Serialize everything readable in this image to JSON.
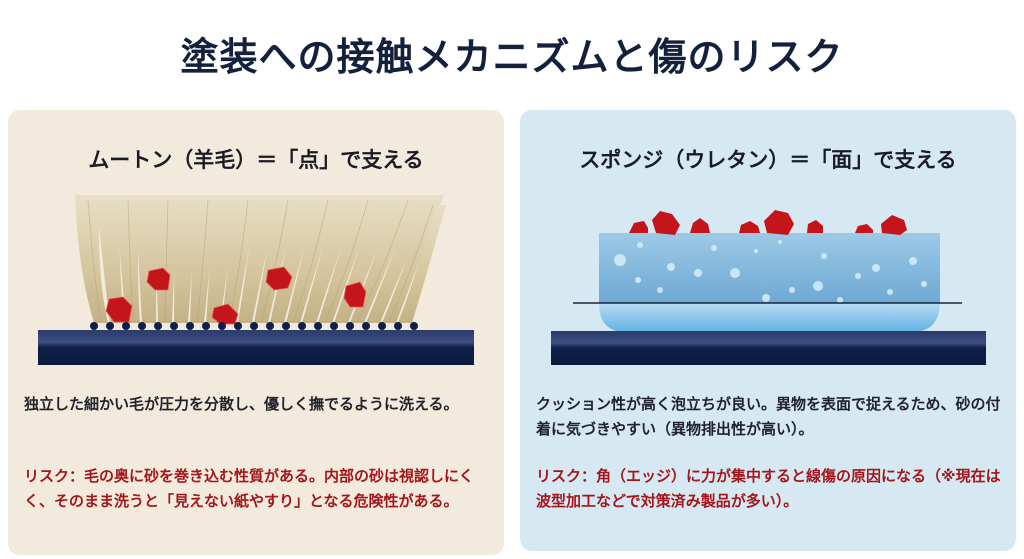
{
  "title": "塗装への接触メカニズムと傷のリスク",
  "colors": {
    "title": "#14213d",
    "panel_left_bg": "#f2ebdd",
    "panel_right_bg": "#d6e9f3",
    "paint_surface": "#0e1e45",
    "dirt_particle": "#c4151b",
    "risk_text": "#a3171c",
    "wool": "#d9ccaa",
    "sponge": "#7fb6dc"
  },
  "panels": [
    {
      "id": "mouton",
      "heading": "ムートン（羊毛）＝「点」で支える",
      "illustration": {
        "type": "wool-bristles-on-paint",
        "contact_points": 21,
        "particles": 5
      },
      "description": "独立した細かい毛が圧力を分散し、優しく撫でるように洗える。",
      "risk": "リスク：毛の奥に砂を巻き込む性質がある。内部の砂は視認しにくく、そのまま洗うと「見えない紙やすり」となる危険性がある。"
    },
    {
      "id": "sponge",
      "heading": "スポンジ（ウレタン）＝「面」で支える",
      "illustration": {
        "type": "urethane-sponge-on-paint",
        "particles": 8
      },
      "description": "クッション性が高く泡立ちが良い。異物を表面で捉えるため、砂の付着に気づきやすい（異物排出性が高い）。",
      "risk": "リスク：角（エッジ）に力が集中すると線傷の原因になる（※現在は波型加工などで対策済み製品が多い）。"
    }
  ]
}
